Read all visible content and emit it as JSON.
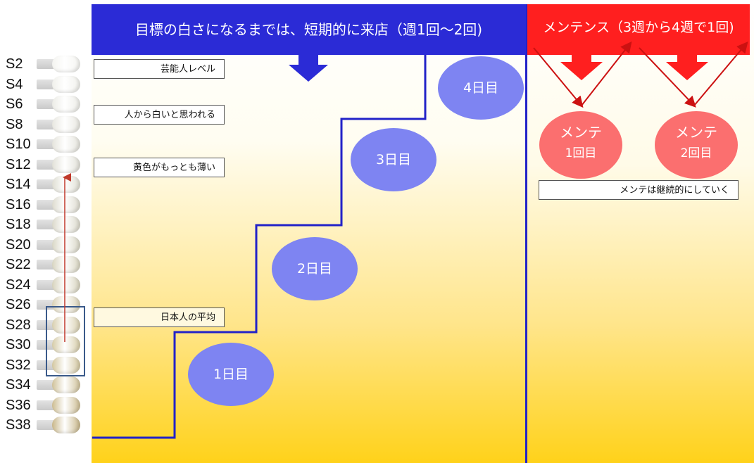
{
  "shade_guide": {
    "shades": [
      {
        "label": "S2",
        "color": "#f4f4f0"
      },
      {
        "label": "S4",
        "color": "#f0f0eb"
      },
      {
        "label": "S6",
        "color": "#ecece6"
      },
      {
        "label": "S8",
        "color": "#e8e7e0"
      },
      {
        "label": "S10",
        "color": "#e5e4dc"
      },
      {
        "label": "S12",
        "color": "#e2e1d8"
      },
      {
        "label": "S14",
        "color": "#dfded3"
      },
      {
        "label": "S16",
        "color": "#dddbcf"
      },
      {
        "label": "S18",
        "color": "#dbd9cb"
      },
      {
        "label": "S20",
        "color": "#d9d7c6"
      },
      {
        "label": "S22",
        "color": "#d8d5c1"
      },
      {
        "label": "S24",
        "color": "#d7d3bd"
      },
      {
        "label": "S26",
        "color": "#d9d1b5"
      },
      {
        "label": "S28",
        "color": "#d8cfaf"
      },
      {
        "label": "S30",
        "color": "#d6cca8"
      },
      {
        "label": "S32",
        "color": "#d3c7a0"
      },
      {
        "label": "S34",
        "color": "#d0c29a"
      },
      {
        "label": "S36",
        "color": "#cdbd92"
      },
      {
        "label": "S38",
        "color": "#c9b78a"
      }
    ],
    "highlight_color": "#3a5a8a",
    "arrow_color": "#c0392b"
  },
  "main": {
    "header": "目標の白さになるまでは、短期的に来店（週1回～2回)",
    "labels": {
      "celebrity": "芸能人レベル",
      "looks_white": "人から白いと思われる",
      "least_yellow": "黄色がもっとも薄い",
      "japanese_avg": "日本人の平均"
    },
    "steps": [
      "1日目",
      "2日目",
      "3日目",
      "4日目"
    ],
    "step_color": "#7e84f2",
    "line_color": "#2222c8"
  },
  "maintenance": {
    "header": "メンテンス（3週から4週で1回)",
    "items": [
      {
        "title": "メンテ",
        "sub": "1回目"
      },
      {
        "title": "メンテ",
        "sub": "2回目"
      }
    ],
    "note": "メンテは継続的にしていく",
    "color": "#ff1f1f",
    "ellipse_color": "#fb6f6f"
  }
}
